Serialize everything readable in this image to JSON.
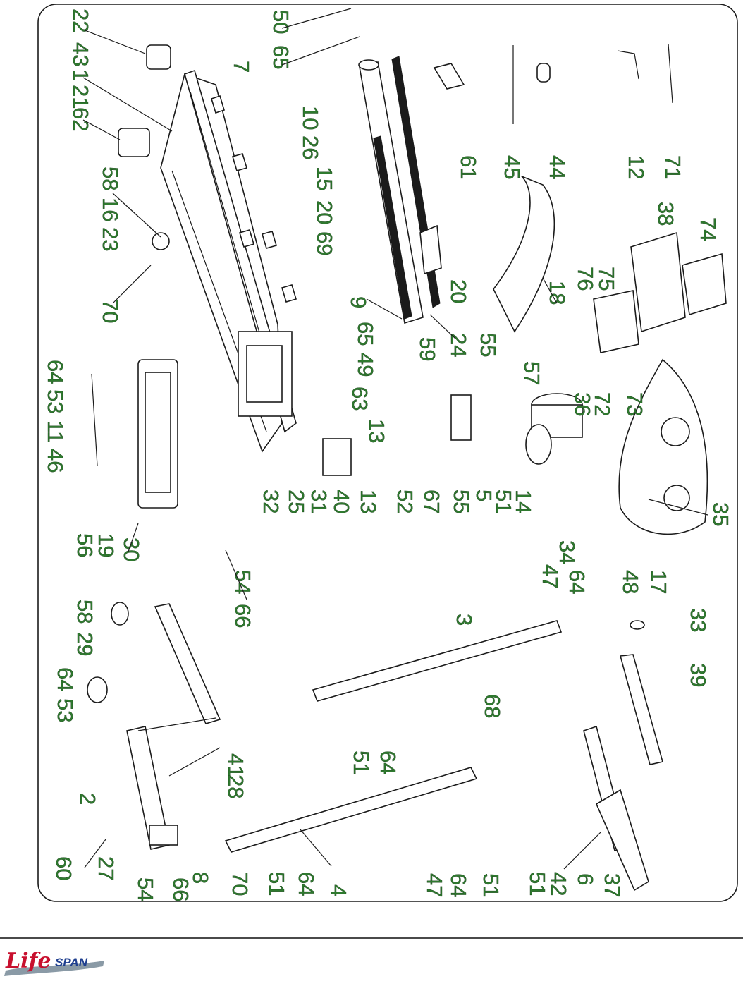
{
  "callouts": [
    "22",
    "43",
    "1",
    "21",
    "62",
    "58",
    "16",
    "23",
    "70",
    "7",
    "50",
    "65",
    "10",
    "26",
    "15",
    "20",
    "69",
    "9",
    "65",
    "49",
    "24",
    "20",
    "61",
    "45",
    "44",
    "12",
    "71",
    "18",
    "38",
    "74",
    "75",
    "76",
    "57",
    "55",
    "59",
    "13",
    "63",
    "64",
    "53",
    "11",
    "46",
    "56",
    "19",
    "32",
    "25",
    "31",
    "40",
    "13",
    "52",
    "67",
    "55",
    "5",
    "51",
    "14",
    "36",
    "72",
    "73",
    "35",
    "34",
    "30",
    "54",
    "66",
    "58",
    "29",
    "64",
    "53",
    "41",
    "28",
    "2",
    "60",
    "27",
    "54",
    "66",
    "8",
    "70",
    "51",
    "64",
    "4",
    "3",
    "64",
    "51",
    "68",
    "47",
    "64",
    "47",
    "64",
    "51",
    "48",
    "17",
    "33",
    "39",
    "51",
    "42",
    "6",
    "37"
  ],
  "brand": {
    "logo_script": "Life",
    "logo_span": "SPAN"
  },
  "colors": {
    "callout_green": "#2f7a2f",
    "line_art": "#1b1b1b",
    "logo_red": "#c8102e",
    "logo_blue": "#1f3f8f"
  }
}
